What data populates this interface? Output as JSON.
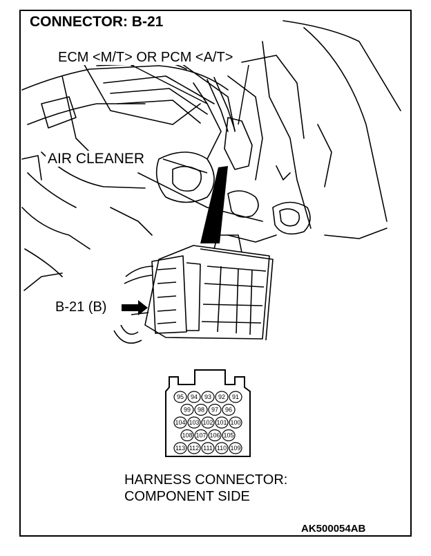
{
  "title": "CONNECTOR: B-21",
  "labels": {
    "ecm": "ECM <M/T> OR PCM <A/T>",
    "air_cleaner": "AIR CLEANER",
    "connector_id": "B-21 (B)"
  },
  "harness": {
    "line1": "HARNESS CONNECTOR:",
    "line2": "COMPONENT SIDE"
  },
  "pins": {
    "row1": [
      "95",
      "94",
      "93",
      "92",
      "91"
    ],
    "row2": [
      "99",
      "98",
      "97",
      "96"
    ],
    "row3": [
      "104",
      "103",
      "102",
      "101",
      "100"
    ],
    "row4": [
      "108",
      "107",
      "106",
      "105"
    ],
    "row5": [
      "113",
      "112",
      "111",
      "110",
      "109"
    ]
  },
  "figure_code": "AK500054AB"
}
